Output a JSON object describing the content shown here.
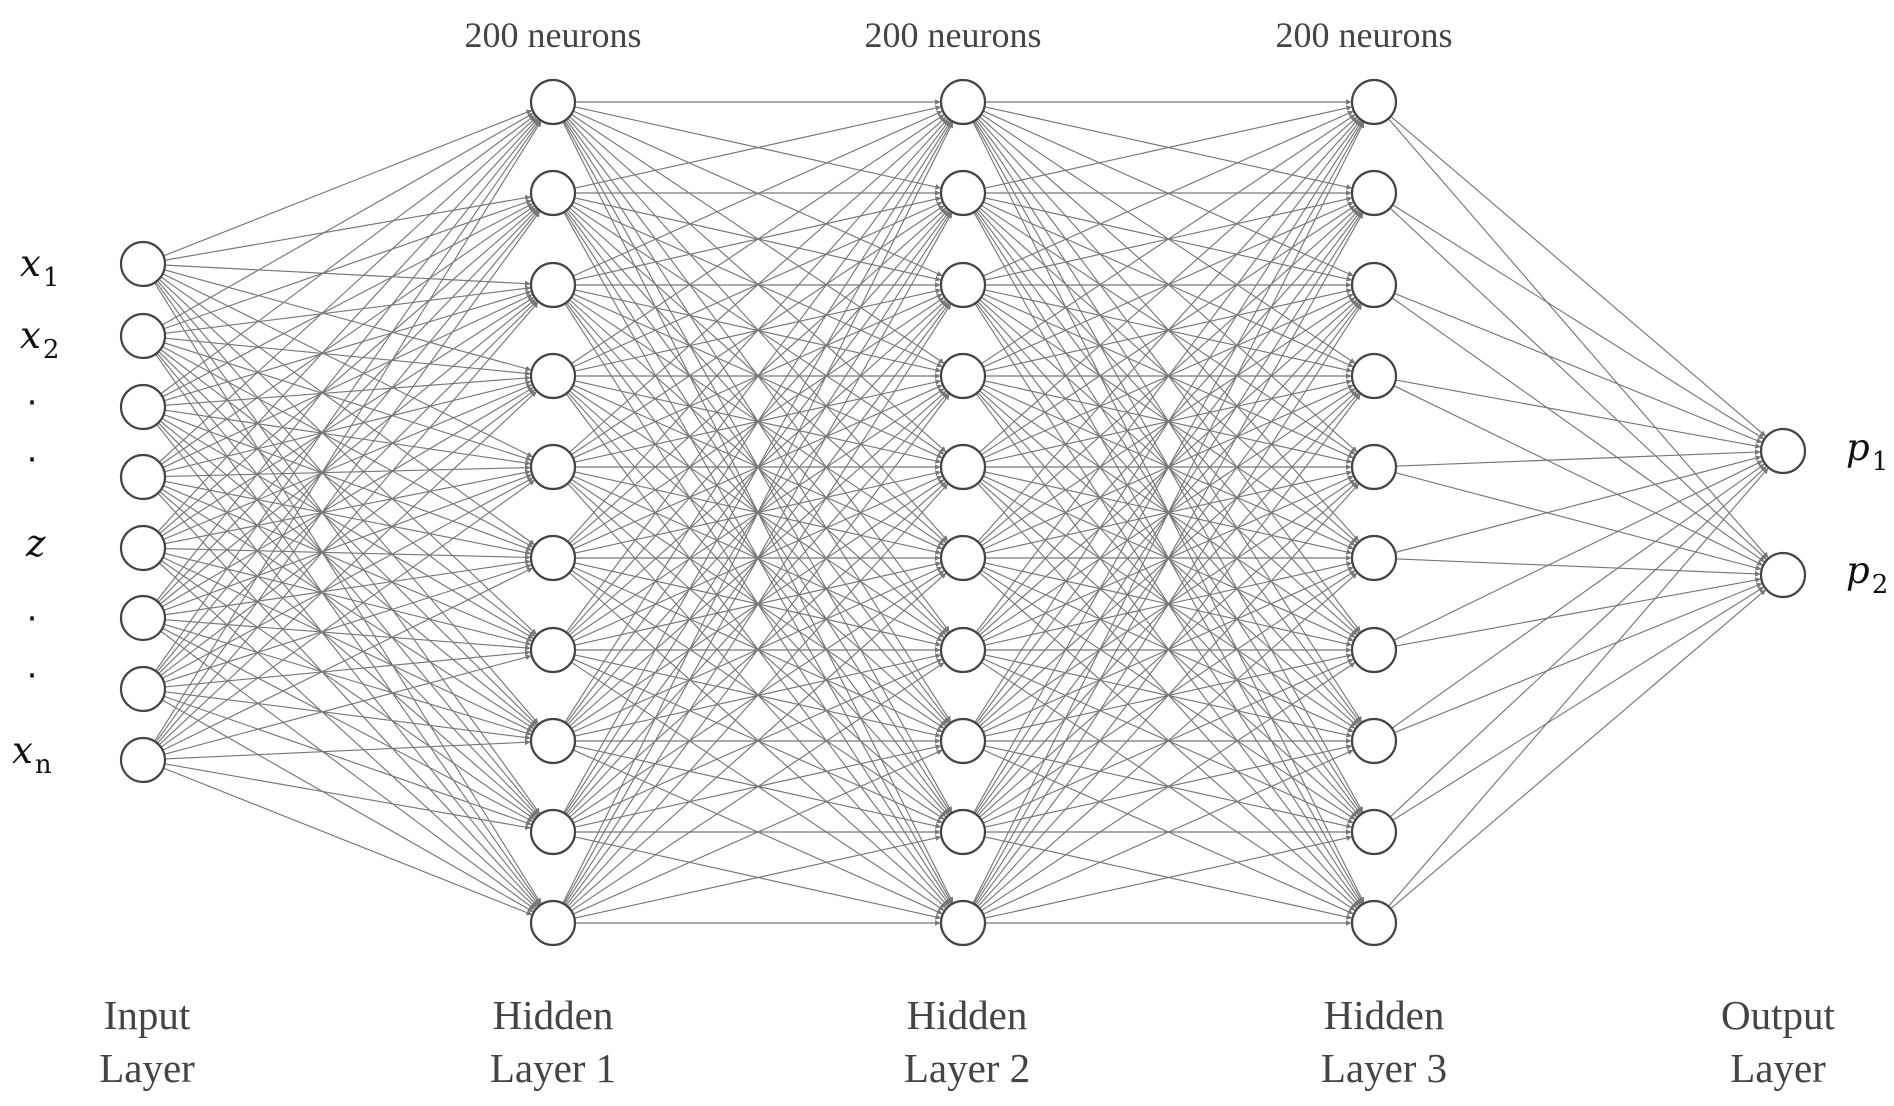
{
  "title": "",
  "layers": [
    {
      "id": "input",
      "top_label": "",
      "bottom_label_line1": "Input",
      "bottom_label_line2": "Layer",
      "node_count": 8
    },
    {
      "id": "hidden1",
      "top_label": "200 neurons",
      "bottom_label_line1": "Hidden",
      "bottom_label_line2": "Layer 1",
      "node_count": 10
    },
    {
      "id": "hidden2",
      "top_label": "200 neurons",
      "bottom_label_line1": "Hidden",
      "bottom_label_line2": "Layer 2",
      "node_count": 10
    },
    {
      "id": "hidden3",
      "top_label": "200 neurons",
      "bottom_label_line1": "Hidden",
      "bottom_label_line2": "Layer 3",
      "node_count": 10
    },
    {
      "id": "output",
      "top_label": "",
      "bottom_label_line1": "Output",
      "bottom_label_line2": "Layer",
      "node_count": 2
    }
  ],
  "input_labels": [
    {
      "base": "x",
      "sub": "1"
    },
    {
      "base": "x",
      "sub": "2"
    },
    {
      "base": "·",
      "sub": ""
    },
    {
      "base": "·",
      "sub": ""
    },
    {
      "base": "z",
      "sub": ""
    },
    {
      "base": "·",
      "sub": ""
    },
    {
      "base": "·",
      "sub": ""
    },
    {
      "base": "x",
      "sub": "n"
    }
  ],
  "output_labels": [
    {
      "base": "p",
      "sub": "1"
    },
    {
      "base": "p",
      "sub": "2"
    }
  ],
  "colors": {
    "edge": "#777777",
    "node_stroke": "#444444",
    "node_fill": "#ffffff",
    "text": "#444444",
    "variable_text": "#111111"
  }
}
